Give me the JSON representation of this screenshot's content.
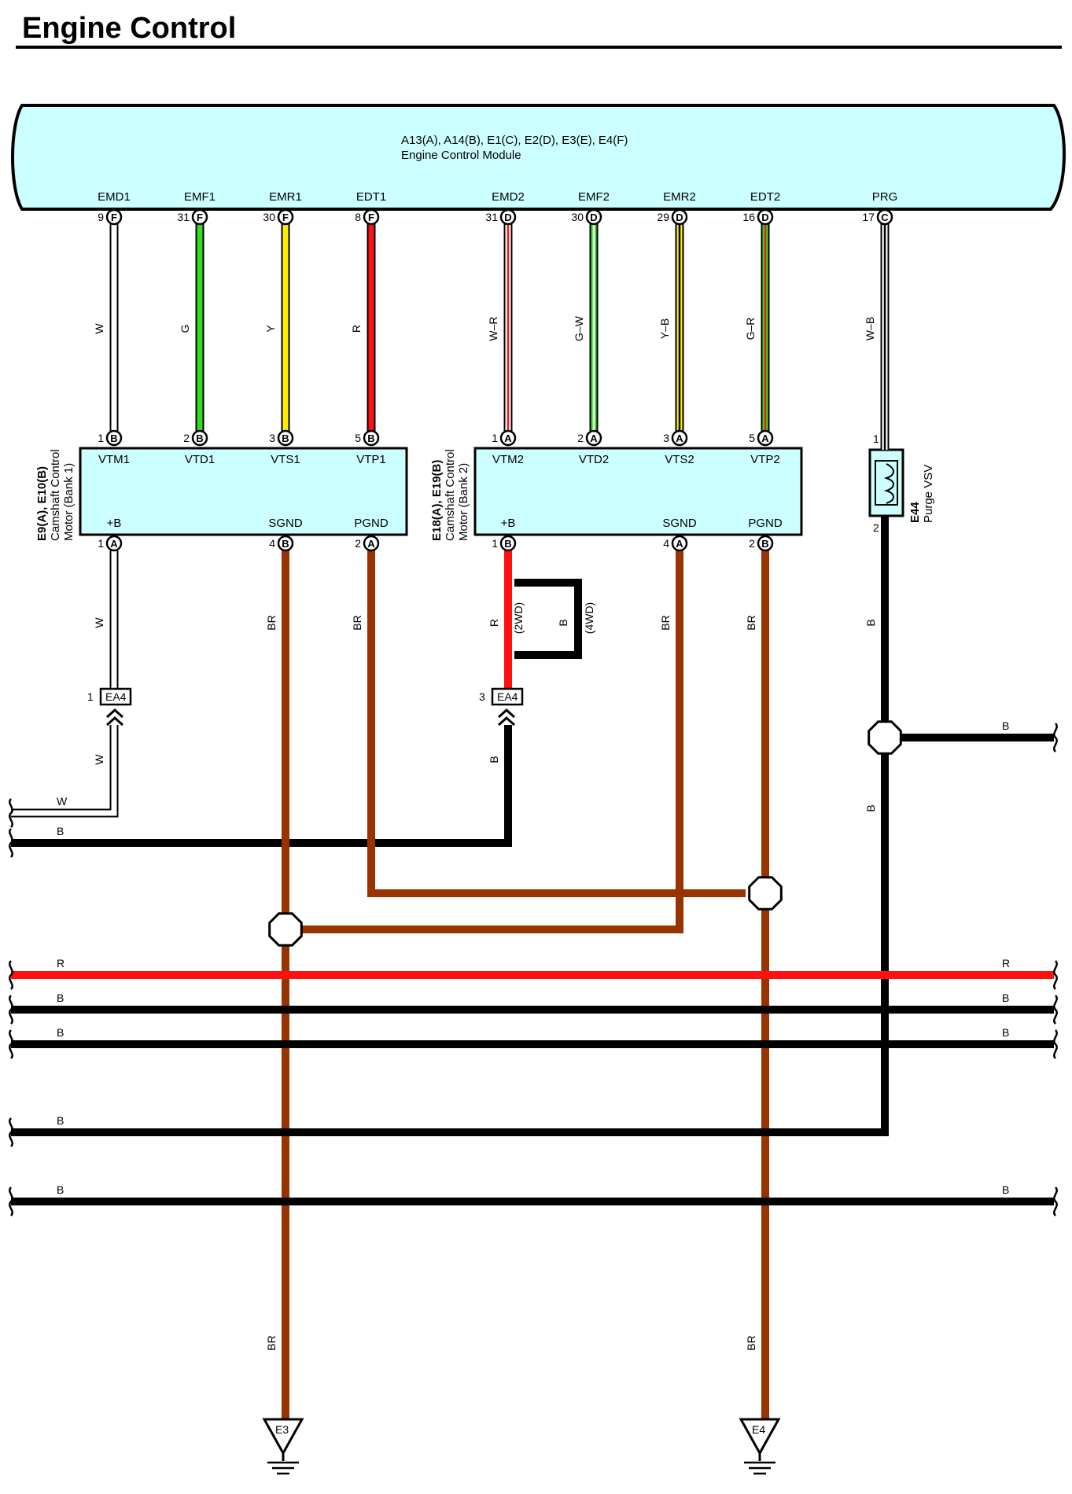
{
  "title": "Engine Control",
  "ecm": {
    "id": "A13(A), A14(B), E1(C), E2(D), E3(E), E4(F)",
    "name": "Engine Control Module",
    "pins": [
      {
        "name": "EMD1",
        "num": "9",
        "conn": "F"
      },
      {
        "name": "EMF1",
        "num": "31",
        "conn": "F"
      },
      {
        "name": "EMR1",
        "num": "30",
        "conn": "F"
      },
      {
        "name": "EDT1",
        "num": "8",
        "conn": "F"
      },
      {
        "name": "EMD2",
        "num": "31",
        "conn": "D"
      },
      {
        "name": "EMF2",
        "num": "30",
        "conn": "D"
      },
      {
        "name": "EMR2",
        "num": "29",
        "conn": "D"
      },
      {
        "name": "EDT2",
        "num": "16",
        "conn": "D"
      },
      {
        "name": "PRG",
        "num": "17",
        "conn": "C"
      }
    ]
  },
  "wire_codes": {
    "upper": [
      "W",
      "G",
      "Y",
      "R",
      "W–R",
      "G–W",
      "Y–B",
      "G–R",
      "W–B"
    ],
    "m1_vb": "W",
    "m1_vb_below": "W",
    "m1_sgnd": "BR",
    "m1_pgnd": "BR",
    "m2_vb": "R",
    "m2_vb_alt": "B",
    "m2_2wd": "(2WD)",
    "m2_4wd": "(4WD)",
    "m2_ea4_below": "B",
    "m2_sgnd": "BR",
    "m2_pgnd": "BR",
    "vsv_out": "B",
    "vsv_below": "B",
    "vsv_branch": "B",
    "ground_e3": "BR",
    "ground_e4": "BR"
  },
  "motor1": {
    "id": "E9(A), E10(B)",
    "name": [
      "Camshaft Control",
      "Motor (Bank 1)"
    ],
    "top_pins": [
      {
        "name": "VTM1",
        "num": "1",
        "conn": "B"
      },
      {
        "name": "VTD1",
        "num": "2",
        "conn": "B"
      },
      {
        "name": "VTS1",
        "num": "3",
        "conn": "B"
      },
      {
        "name": "VTP1",
        "num": "5",
        "conn": "B"
      }
    ],
    "bottom_pins": [
      {
        "name": "+B",
        "num": "1",
        "conn": "A"
      },
      {
        "name": "SGND",
        "num": "4",
        "conn": "B"
      },
      {
        "name": "PGND",
        "num": "2",
        "conn": "A"
      }
    ]
  },
  "motor2": {
    "id": "E18(A), E19(B)",
    "name": [
      "Camshaft Control",
      "Motor (Bank 2)"
    ],
    "top_pins": [
      {
        "name": "VTM2",
        "num": "1",
        "conn": "A"
      },
      {
        "name": "VTD2",
        "num": "2",
        "conn": "A"
      },
      {
        "name": "VTS2",
        "num": "3",
        "conn": "A"
      },
      {
        "name": "VTP2",
        "num": "5",
        "conn": "A"
      }
    ],
    "bottom_pins": [
      {
        "name": "+B",
        "num": "1",
        "conn": "B"
      },
      {
        "name": "SGND",
        "num": "4",
        "conn": "A"
      },
      {
        "name": "PGND",
        "num": "2",
        "conn": "B"
      }
    ]
  },
  "vsv": {
    "id": "E44",
    "name": "Purge VSV",
    "pin_top": "1",
    "pin_bottom": "2"
  },
  "ea4_left": {
    "label": "EA4",
    "pin": "1"
  },
  "ea4_right": {
    "label": "EA4",
    "pin": "3"
  },
  "left_bus": [
    {
      "code": "W"
    },
    {
      "code": "B"
    }
  ],
  "buses": [
    {
      "code_left": "R",
      "code_right": "R"
    },
    {
      "code_left": "B",
      "code_right": "B"
    },
    {
      "code_left": "B",
      "code_right": "B"
    },
    {
      "code_left": "B",
      "code_right": ""
    },
    {
      "code_left": "B",
      "code_right": "B"
    }
  ],
  "grounds": [
    {
      "label": "E3"
    },
    {
      "label": "E4"
    }
  ],
  "colors": {
    "panel": "#ccffff",
    "W": "#ffffff",
    "G": "#33dd22",
    "Y": "#ffee00",
    "R": "#ff1111",
    "B": "#000000",
    "BR": "#993300"
  }
}
